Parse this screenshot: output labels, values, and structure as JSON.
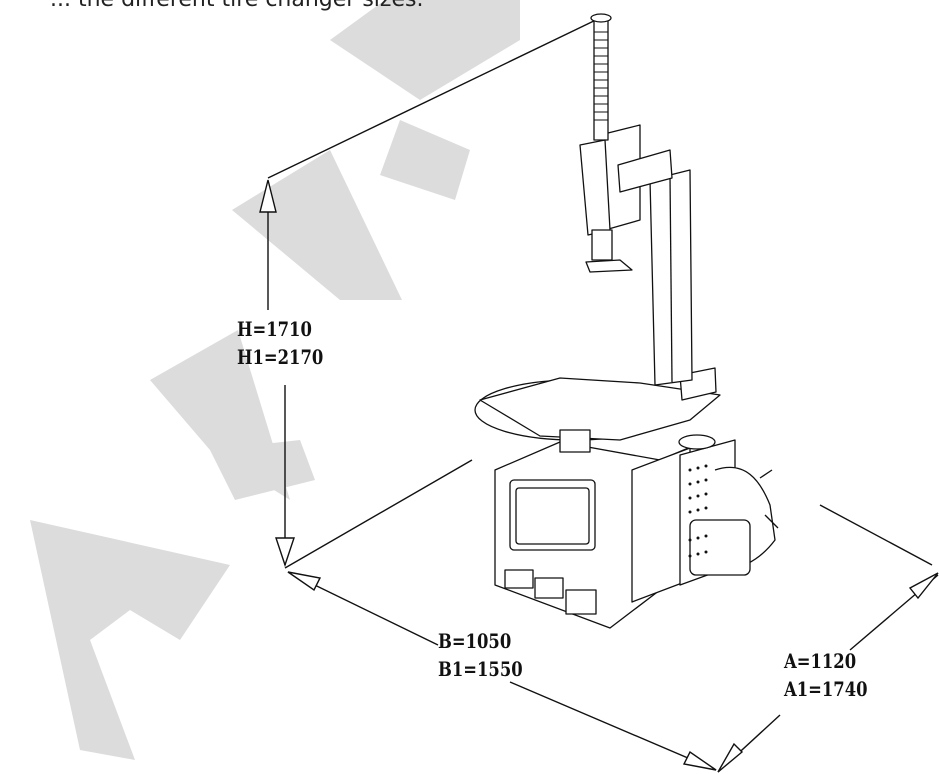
{
  "header": {
    "caption": "... the different tire changer sizes."
  },
  "dimensions": {
    "height": {
      "h": "H=1710",
      "h1": "H1=2170"
    },
    "depth": {
      "b": "B=1050",
      "b1": "B1=1550"
    },
    "width": {
      "a": "A=1120",
      "a1": "A1=1740"
    }
  },
  "watermark": {
    "color": "#d9d9d9",
    "text": "ART"
  },
  "colors": {
    "line": "#111111",
    "background": "#ffffff"
  }
}
